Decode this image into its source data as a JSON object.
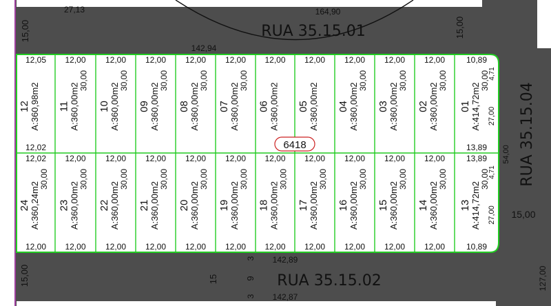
{
  "block": {
    "id": "6418"
  },
  "streets": {
    "top": "RUA  35.15.01",
    "bottom": "RUA  35.15.02",
    "right": "RUA  35.15.04"
  },
  "top_strip_numbers": [
    "27,13",
    "164,90",
    "142,94"
  ],
  "bottom_strip_numbers": [
    "142,89",
    "142,87"
  ],
  "road_widths": {
    "top_left": "15,00",
    "top_right": "15,00",
    "bottom_left": "15,00",
    "right_mid": "15,00",
    "right_edge": "127,00",
    "right_block": "54,00"
  },
  "bottom_misc": [
    "15",
    "9",
    "3",
    "3"
  ],
  "lots_top": [
    {
      "num": "12",
      "area": "A:360,98m2",
      "top": "12,05",
      "bottom": "12,02"
    },
    {
      "num": "11",
      "area": "A:360,00m2",
      "top": "12,00",
      "side": "30,00"
    },
    {
      "num": "10",
      "area": "A:360,00m2",
      "top": "12,00",
      "side": "30,00"
    },
    {
      "num": "09",
      "area": "A:360,00m2",
      "top": "12,00",
      "side": "30,00"
    },
    {
      "num": "08",
      "area": "A:360,00m2",
      "top": "12,00",
      "side": "30,00"
    },
    {
      "num": "07",
      "area": "A:360,00m2",
      "top": "12,00",
      "side": "30,00"
    },
    {
      "num": "06",
      "area": "A:360,00m2",
      "top": "12,00"
    },
    {
      "num": "05",
      "area": "A:360,00m2",
      "top": "12,00"
    },
    {
      "num": "04",
      "area": "A:360,00m2",
      "top": "12,00",
      "side": "30,00"
    },
    {
      "num": "03",
      "area": "A:360,00m2",
      "top": "12,00",
      "side": "30,00"
    },
    {
      "num": "02",
      "area": "A:360,00m2",
      "top": "12,00",
      "side": "30,00"
    },
    {
      "num": "01",
      "area": "A:414,72m2",
      "top": "10,89",
      "side": "30,00",
      "side2": "27,00",
      "bottom": "13,89",
      "corner": "4,71"
    }
  ],
  "lots_bottom": [
    {
      "num": "24",
      "area": "A:360,24m2",
      "top": "12,02",
      "bottom": "12,00",
      "side": "30,00"
    },
    {
      "num": "23",
      "area": "A:360,00m2",
      "top": "12,00",
      "bottom": "12,00",
      "side": "30,00"
    },
    {
      "num": "22",
      "area": "A:360,00m2",
      "top": "12,00",
      "bottom": "12,00",
      "side": "30,00"
    },
    {
      "num": "21",
      "area": "A:360,00m2",
      "top": "12,00",
      "bottom": "12,00",
      "side": "30,00"
    },
    {
      "num": "20",
      "area": "A:360,00m2",
      "top": "12,00",
      "bottom": "12,00",
      "side": "30,00"
    },
    {
      "num": "19",
      "area": "A:360,00m2",
      "top": "12,00",
      "bottom": "12,00",
      "side": "30,00"
    },
    {
      "num": "18",
      "area": "A:360,00m2",
      "top": "12,00",
      "bottom": "12,00",
      "side": "30,00"
    },
    {
      "num": "17",
      "area": "A:360,00m2",
      "top": "12,00",
      "bottom": "12,00",
      "side": "30,00"
    },
    {
      "num": "16",
      "area": "A:360,00m2",
      "top": "12,00",
      "bottom": "12,00",
      "side": "30,00"
    },
    {
      "num": "15",
      "area": "A:360,00m2",
      "top": "12,00",
      "bottom": "12,00",
      "side": "30,00"
    },
    {
      "num": "14",
      "area": "A:360,00m2",
      "top": "12,00",
      "bottom": "12,00",
      "side": "30,00"
    },
    {
      "num": "13",
      "area": "A:414,72m2",
      "top": "13,89",
      "bottom": "10,89",
      "side": "30,00",
      "side2": "27,00",
      "corner": "4,71"
    }
  ]
}
